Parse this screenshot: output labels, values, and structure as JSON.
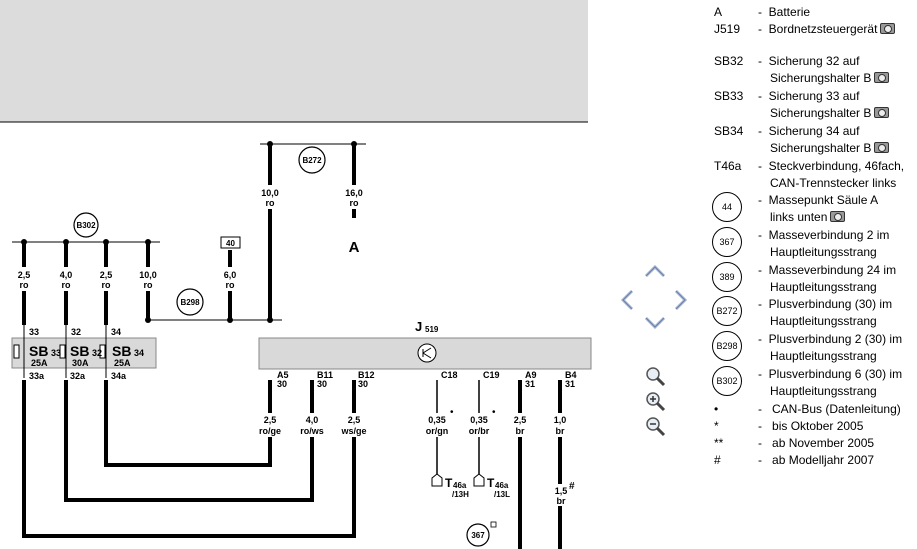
{
  "diagram": {
    "components": {
      "control_unit_title": "J",
      "control_unit_sub": "519",
      "battery": "A",
      "ground_367": "367",
      "fuses": [
        {
          "name": "SB",
          "num": "33",
          "rating": "25A",
          "in": "33",
          "out": "33a"
        },
        {
          "name": "SB",
          "num": "32",
          "rating": "30A",
          "in": "32",
          "out": "32a"
        },
        {
          "name": "SB",
          "num": "34",
          "rating": "25A",
          "in": "34",
          "out": "34a"
        }
      ],
      "terminal_box": "40"
    },
    "connection_points": [
      "B302",
      "B272",
      "B298"
    ],
    "wires": [
      {
        "size": "2,5",
        "color": "ro"
      },
      {
        "size": "4,0",
        "color": "ro"
      },
      {
        "size": "2,5",
        "color": "ro"
      },
      {
        "size": "10,0",
        "color": "ro"
      },
      {
        "size": "6,0",
        "color": "ro"
      },
      {
        "size": "10,0",
        "color": "ro"
      },
      {
        "size": "16,0",
        "color": "ro"
      },
      {
        "size": "2,5",
        "color": "ro/ge"
      },
      {
        "size": "4,0",
        "color": "ro/ws"
      },
      {
        "size": "2,5",
        "color": "ws/ge"
      },
      {
        "size": "0,35",
        "color": "or/gn"
      },
      {
        "size": "0,35",
        "color": "or/br"
      },
      {
        "size": "2,5",
        "color": "br"
      },
      {
        "size": "1,0",
        "color": "br"
      },
      {
        "size": "1,5",
        "color": "br"
      }
    ],
    "pins": [
      {
        "name": "A5",
        "term": "30"
      },
      {
        "name": "B11",
        "term": "30"
      },
      {
        "name": "B12",
        "term": "30"
      },
      {
        "name": "C18",
        "term": ""
      },
      {
        "name": "C19",
        "term": ""
      },
      {
        "name": "A9",
        "term": "31"
      },
      {
        "name": "B4",
        "term": "31"
      }
    ],
    "connectors": [
      {
        "name": "T",
        "sub": "46a",
        "pin": "/13H"
      },
      {
        "name": "T",
        "sub": "46a",
        "pin": "/13L"
      }
    ],
    "markers": {
      "dot": "•",
      "hash": "#"
    }
  },
  "legend": {
    "items": [
      {
        "key": "A",
        "desc": "Batterie",
        "photo": false
      },
      {
        "key": "J519",
        "desc": "Bordnetzsteuergerät",
        "photo": true
      },
      {
        "key": "SB32",
        "desc": "Sicherung 32 auf",
        "desc2": "Sicherungshalter B",
        "photo": true
      },
      {
        "key": "SB33",
        "desc": "Sicherung 33 auf",
        "desc2": "Sicherungshalter B",
        "photo": true
      },
      {
        "key": "SB34",
        "desc": "Sicherung 34 auf",
        "desc2": "Sicherungshalter B",
        "photo": true
      },
      {
        "key": "T46a",
        "desc": "Steckverbindung, 46fach,",
        "desc2": "CAN-Trennstecker links",
        "photo": false
      },
      {
        "key": "44",
        "desc": "Massepunkt Säule A",
        "desc2": "links unten",
        "photo": true
      },
      {
        "key": "367",
        "desc": "Masseverbindung 2 im",
        "desc2": "Hauptleitungsstrang",
        "photo": false
      },
      {
        "key": "389",
        "desc": "Masseverbindung 24 im",
        "desc2": "Hauptleitungsstrang",
        "photo": false
      },
      {
        "key": "B272",
        "desc": "Plusverbindung (30) im",
        "desc2": "Hauptleitungsstrang",
        "photo": false
      },
      {
        "key": "B298",
        "desc": "Plusverbindung 2 (30) im",
        "desc2": "Hauptleitungsstrang",
        "photo": false
      },
      {
        "key": "B302",
        "desc": "Plusverbindung 6 (30) im",
        "desc2": "Hauptleitungsstrang",
        "photo": false
      },
      {
        "key": "•",
        "desc": "CAN-Bus (Datenleitung)",
        "photo": false
      },
      {
        "key": "*",
        "desc": "bis Oktober 2005",
        "photo": false
      },
      {
        "key": "**",
        "desc": "ab November 2005",
        "photo": false
      },
      {
        "key": "#",
        "desc": "ab Modelljahr 2007",
        "photo": false
      }
    ],
    "dash": "-"
  },
  "nav": {
    "icons": [
      "arrow-up-icon",
      "arrow-left-icon",
      "arrow-right-icon",
      "arrow-down-icon",
      "zoom-reset-icon",
      "zoom-in-icon",
      "zoom-out-icon"
    ]
  },
  "colors": {
    "panel": "#dcdcdc",
    "cu": "#d9d9d9",
    "nav_arrow": "#a9b9d6"
  }
}
